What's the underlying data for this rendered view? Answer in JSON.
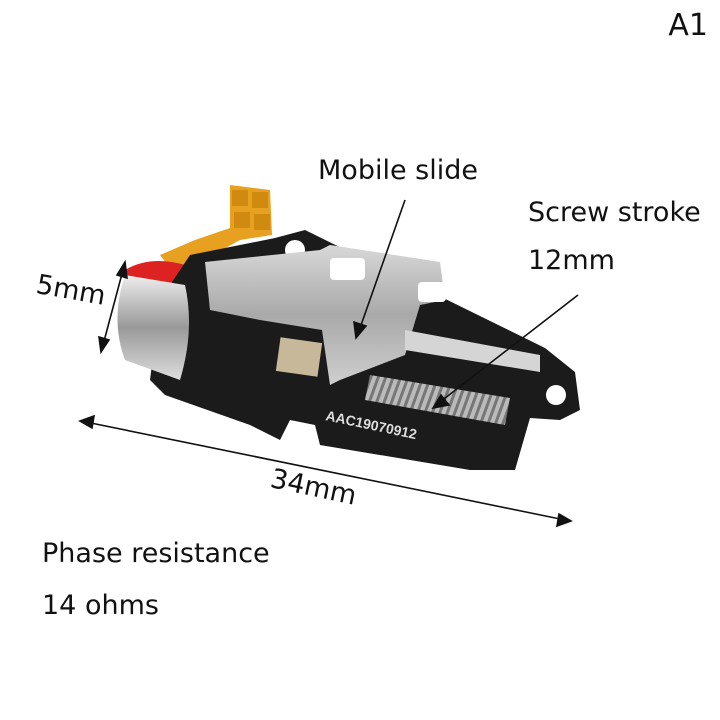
{
  "corner_label": "A1",
  "labels": {
    "mobile_slide": "Mobile slide",
    "screw_stroke": "Screw stroke",
    "screw_stroke_value": "12mm",
    "height": "5mm",
    "length": "34mm",
    "phase_resistance": "Phase resistance",
    "phase_resistance_value": "14 ohms"
  },
  "part_marking": "AAC19070912"
}
